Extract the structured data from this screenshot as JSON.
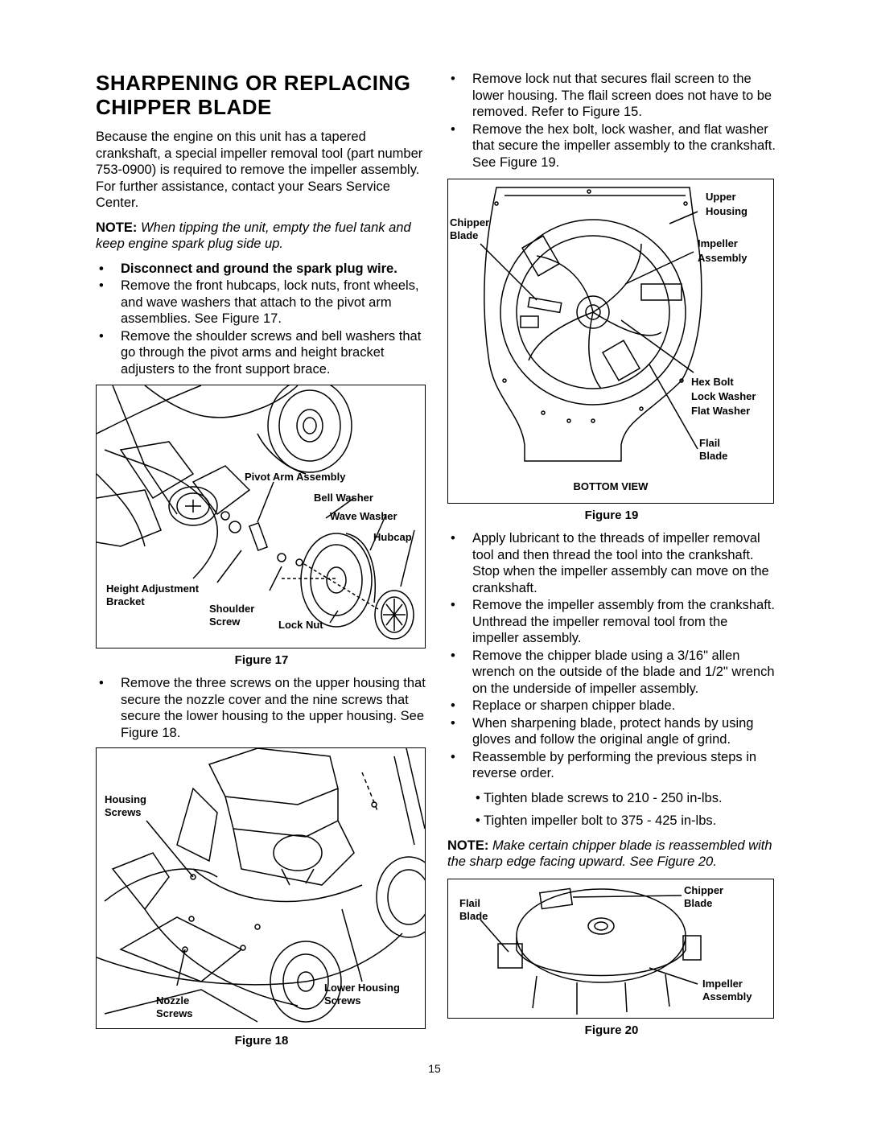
{
  "title": "Sharpening or Replacing Chipper Blade",
  "intro": "Because the engine on this unit has a tapered crankshaft, a special impeller removal tool (part number 753-0900) is required to remove the impeller assembly. For further assistance, contact your Sears Service Center.",
  "note1": {
    "label": "NOTE:",
    "text": "When tipping the unit, empty the fuel tank and keep engine spark plug side up."
  },
  "left_bullets": [
    "Disconnect and ground the spark plug wire.",
    "Remove the front hubcaps, lock nuts, front wheels, and wave washers that attach to the pivot arm assemblies. See Figure 17.",
    "Remove the shoulder screws and bell washers that go through the pivot arms and height bracket adjusters to the front support brace."
  ],
  "fig17": {
    "caption": "Figure 17",
    "labels": {
      "pivot_arm": "Pivot Arm Assembly",
      "bell_washer": "Bell Washer",
      "wave_washer": "Wave Washer",
      "hubcap": "Hubcap",
      "height_adj_1": "Height Adjustment",
      "height_adj_2": "Bracket",
      "shoulder_1": "Shoulder",
      "shoulder_2": "Screw",
      "lock_nut": "Lock Nut"
    }
  },
  "left_bullets2": [
    "Remove the three screws on the upper housing that secure the nozzle cover and the nine screws that secure the lower housing to the upper housing. See Figure 18."
  ],
  "fig18": {
    "caption": "Figure 18",
    "labels": {
      "housing_1": "Housing",
      "housing_2": "Screws",
      "nozzle_1": "Nozzle",
      "nozzle_2": "Screws",
      "lower_1": "Lower Housing",
      "lower_2": "Screws"
    }
  },
  "right_bullets": [
    "Remove lock nut that secures flail screen to the lower housing. The flail screen does not have to be removed. Refer to Figure 15.",
    "Remove the hex bolt, lock washer, and flat washer that secure the impeller assembly to the crankshaft. See Figure 19."
  ],
  "fig19": {
    "caption": "Figure 19",
    "labels": {
      "upper_1": "Upper",
      "upper_2": "Housing",
      "chipper_1": "Chipper",
      "chipper_2": "Blade",
      "impeller_1": "Impeller",
      "impeller_2": "Assembly",
      "hex_bolt": "Hex Bolt",
      "lock_washer": "Lock Washer",
      "flat_washer": "Flat Washer",
      "flail_1": "Flail",
      "flail_2": "Blade",
      "bottom_view": "BOTTOM VIEW"
    }
  },
  "right_bullets2": [
    "Apply lubricant to the threads of impeller removal tool and then thread the tool into the crankshaft. Stop when the impeller assembly can move on the crankshaft.",
    "Remove the impeller assembly from the crankshaft. Unthread the impeller removal tool from the impeller assembly.",
    "Remove the chipper blade using a 3/16\" allen wrench on the outside of the blade and 1/2\" wrench on the underside of impeller assembly.",
    "Replace or sharpen chipper blade.",
    "When sharpening blade, protect hands by using gloves and follow the original angle of grind.",
    "Reassemble by performing the previous steps in reverse order."
  ],
  "sub_bullets": [
    "Tighten blade screws to 210 - 250 in-lbs.",
    "Tighten impeller bolt to 375 - 425 in-lbs."
  ],
  "note2": {
    "label": "NOTE:",
    "text": "Make certain chipper blade is reassembled with the sharp edge facing upward. See Figure 20."
  },
  "fig20": {
    "caption": "Figure 20",
    "labels": {
      "flail_1": "Flail",
      "flail_2": "Blade",
      "chipper_1": "Chipper",
      "chipper_2": "Blade",
      "impeller_1": "Impeller",
      "impeller_2": "Assembly"
    }
  },
  "page_number": "15"
}
